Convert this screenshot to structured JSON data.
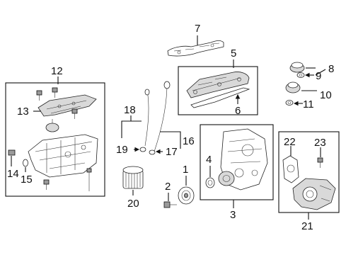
{
  "callouts": {
    "c1": "1",
    "c2": "2",
    "c3": "3",
    "c4": "4",
    "c5": "5",
    "c6": "6",
    "c7": "7",
    "c8": "8",
    "c9": "9",
    "c10": "10",
    "c11": "11",
    "c12": "12",
    "c13": "13",
    "c14": "14",
    "c15": "15",
    "c16": "16",
    "c17": "17",
    "c18": "18",
    "c19": "19",
    "c20": "20",
    "c21": "21",
    "c22": "22",
    "c23": "23"
  },
  "colors": {
    "line": "#111111",
    "shade": "#d9d9d9",
    "dark": "#9a9a9a",
    "background": "#ffffff"
  }
}
